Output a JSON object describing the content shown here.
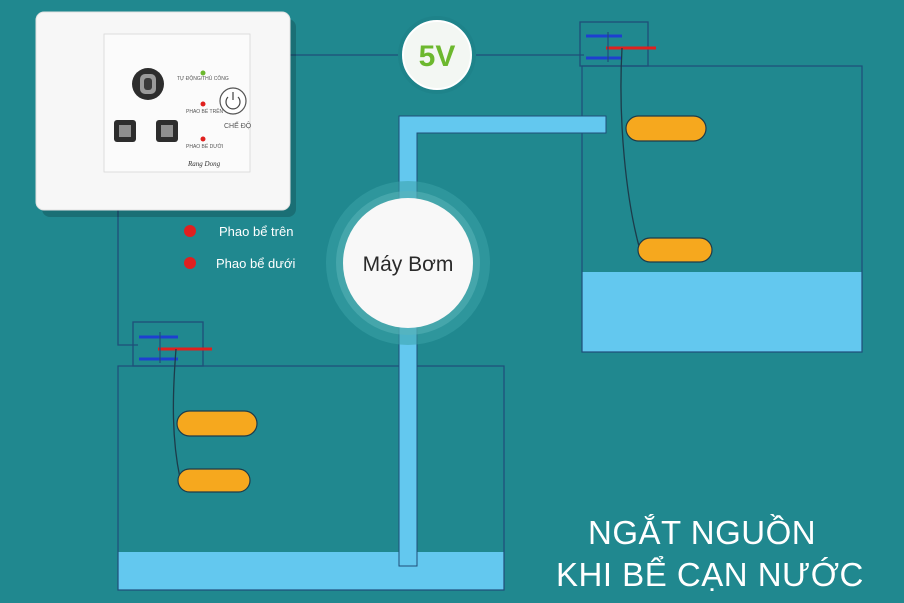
{
  "diagram": {
    "background_color": "#20888f",
    "voltage_label": "5V",
    "pump_label": "Máy Bơm",
    "legend": [
      {
        "label": "Phao bể trên",
        "color": "#e02020"
      },
      {
        "label": "Phao bể dưới",
        "color": "#e02020"
      }
    ],
    "caption_line1": "NGẮT NGUỒN",
    "caption_line2": "KHI BỂ CẠN NƯỚC",
    "controller": {
      "indicators": [
        "TỰ ĐỘNG/THỦ CÔNG",
        "PHAO BỂ TRÊN",
        "PHAO BỂ DƯỚI"
      ],
      "button_label": "CHẾ ĐỘ",
      "brand": "Rang Dong"
    },
    "colors": {
      "water": "#63c8ef",
      "pipe": "#63c8ef",
      "float": "#f6a81e",
      "float_wire": "#1d3b4a",
      "rod_red": "#e0201e",
      "rod_blue": "#1e3fd0",
      "line": "#1f4e79"
    }
  }
}
